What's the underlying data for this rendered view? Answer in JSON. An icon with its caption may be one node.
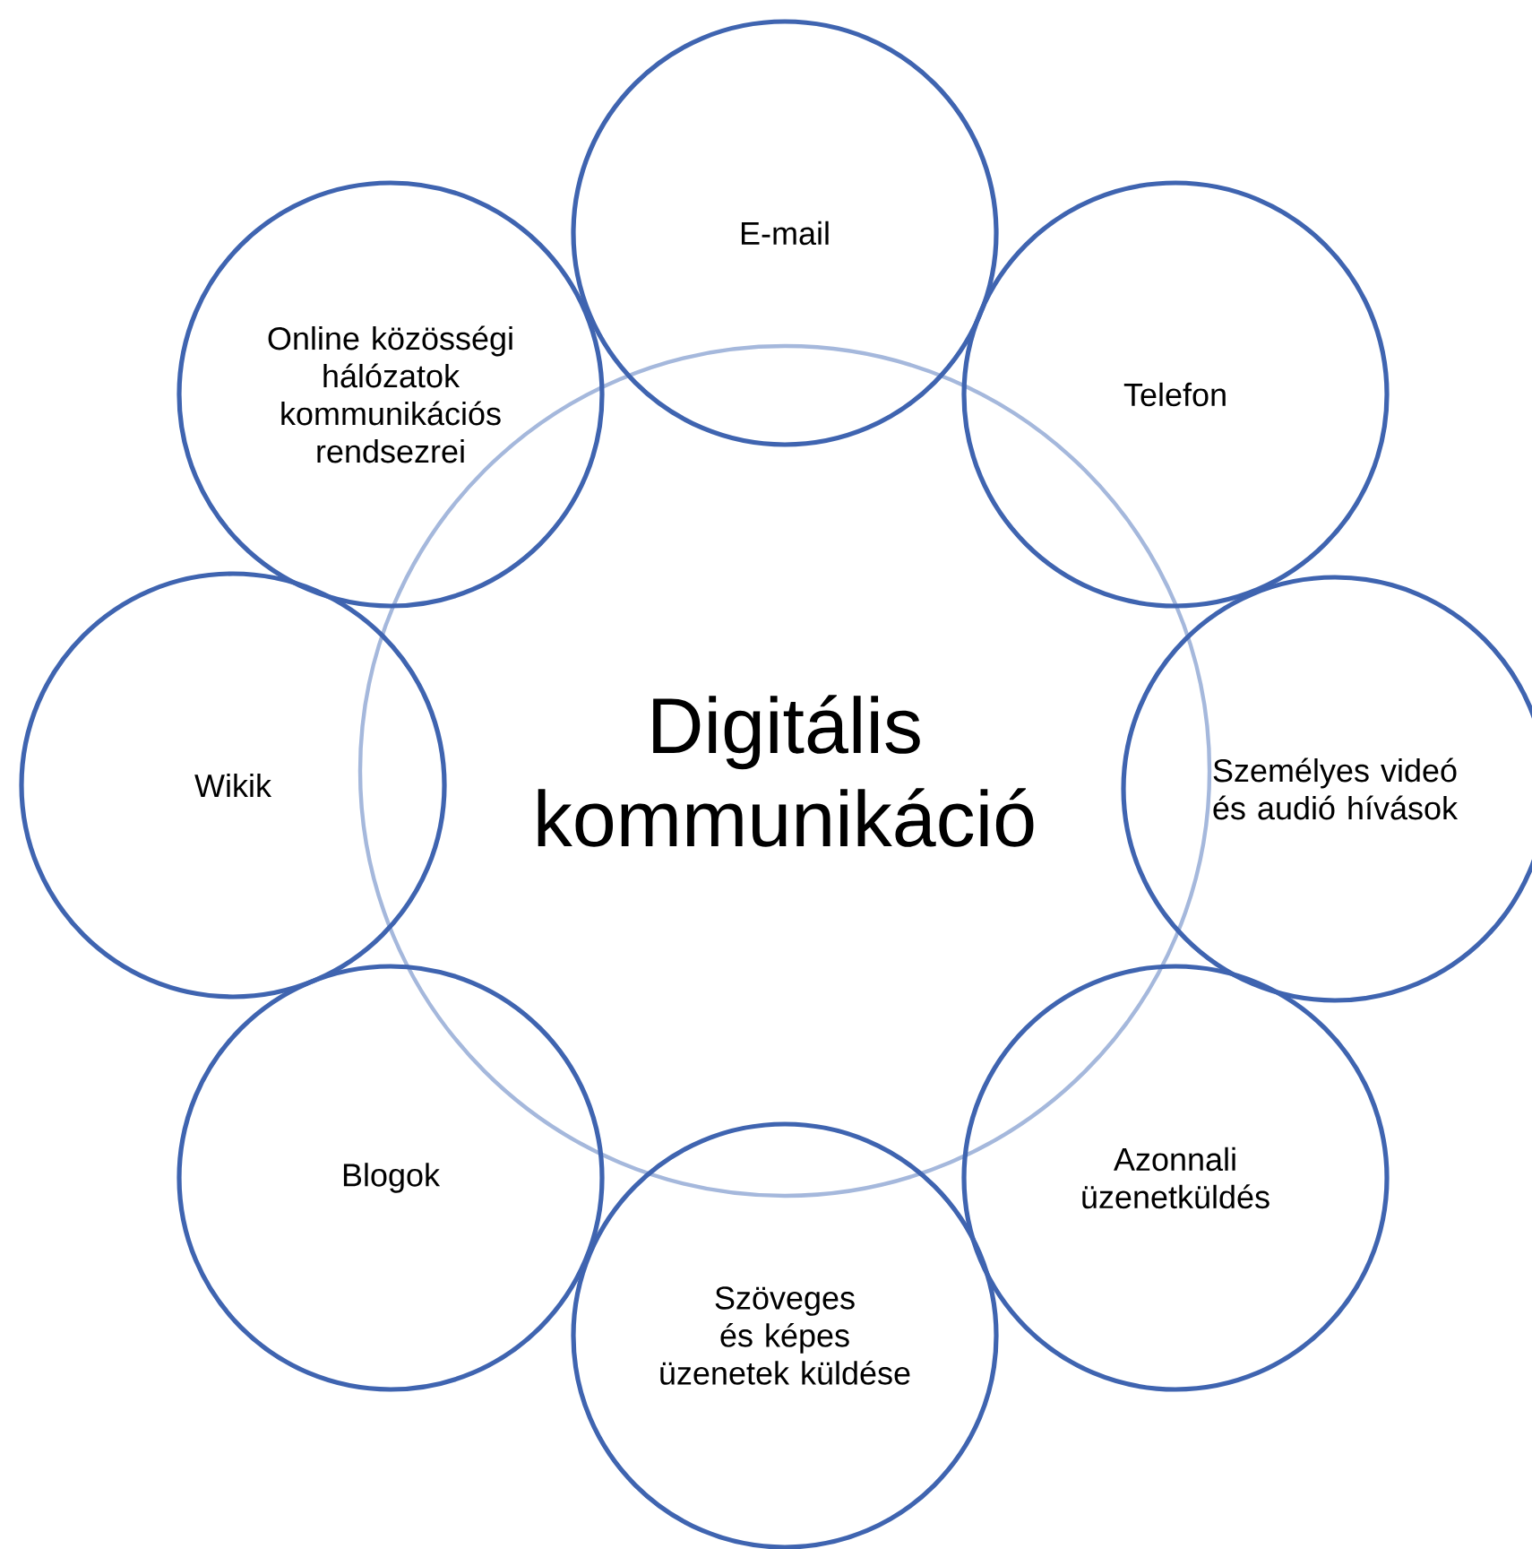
{
  "diagram": {
    "nodes": [
      {
        "text": [
          "Digitális kommunikáció"
        ]
      },
      {
        "text": [
          "E-mail"
        ]
      },
      {
        "text": [
          "Telefon"
        ]
      },
      {
        "text": [
          "Személyes videó és audió hívások"
        ]
      },
      {
        "text": [
          "Azonnali üzenetküldés"
        ]
      },
      {
        "text": [
          "Szöveges és képes üzenetek küldése"
        ]
      },
      {
        "text": [
          "Blogok"
        ]
      },
      {
        "text": [
          "Wikik"
        ]
      },
      {
        "text": [
          "Online közösségi hálózatok kommunikációs rendsezrei"
        ]
      }
    ]
  }
}
